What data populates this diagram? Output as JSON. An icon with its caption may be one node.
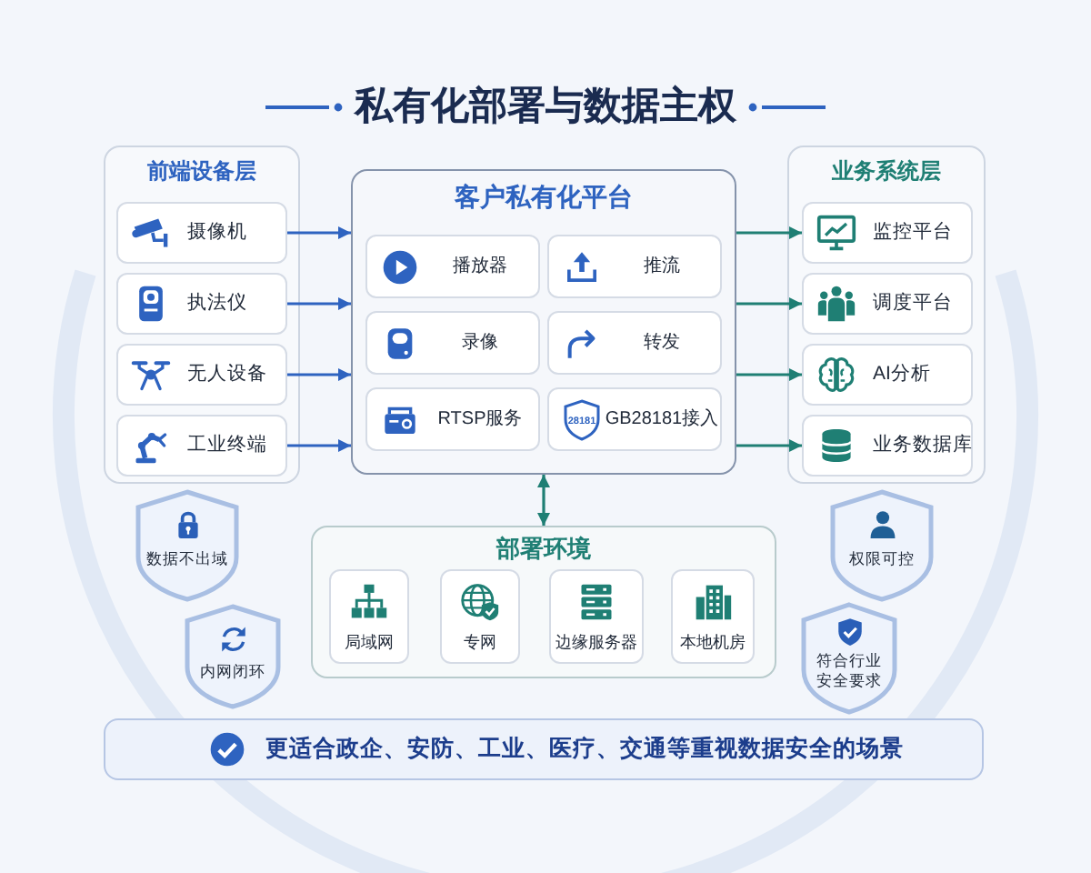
{
  "diagram": {
    "title": "私有化部署与数据主权",
    "nodes": [
      {
        "text": [
          "前端设备层"
        ]
      },
      {
        "text": [
          "摄像机"
        ],
        "in": 0
      },
      {
        "text": [
          "执法仪"
        ],
        "in": 0
      },
      {
        "text": [
          "无人设备"
        ],
        "in": 0
      },
      {
        "text": [
          "工业终端"
        ],
        "in": 0
      },
      {
        "text": [
          "客户私有化平台"
        ]
      },
      {
        "text": [
          "播放器"
        ],
        "in": 5
      },
      {
        "text": [
          "推流"
        ],
        "in": 5
      },
      {
        "text": [
          "录像"
        ],
        "in": 5
      },
      {
        "text": [
          "转发"
        ],
        "in": 5
      },
      {
        "text": [
          "RTSP服务"
        ],
        "in": 5
      },
      {
        "text": [
          "GB28181接入"
        ],
        "in": 5
      },
      {
        "text": [
          "业务系统层"
        ]
      },
      {
        "text": [
          "监控平台"
        ],
        "in": 12
      },
      {
        "text": [
          "调度平台"
        ],
        "in": 12
      },
      {
        "text": [
          "AI分析"
        ],
        "in": 12
      },
      {
        "text": [
          "业务数据库"
        ],
        "in": 12
      },
      {
        "text": [
          "部署环境"
        ]
      },
      {
        "text": [
          "局域网"
        ],
        "in": 17
      },
      {
        "text": [
          "专网"
        ],
        "in": 17
      },
      {
        "text": [
          "边缘服务器"
        ],
        "in": 17
      },
      {
        "text": [
          "本地机房"
        ],
        "in": 17
      },
      {
        "text": [
          "数据不出域"
        ]
      },
      {
        "text": [
          "内网闭环"
        ]
      },
      {
        "text": [
          "权限可控"
        ]
      },
      {
        "text": [
          "符合行业安全要求"
        ]
      },
      {
        "text": [
          "更适合政企、安防、工业、医疗、交通等重视数据安全的场景"
        ]
      }
    ],
    "edges": [
      {
        "from": 1,
        "to": 5,
        "arrow": "to",
        "color": "#2e63c0"
      },
      {
        "from": 2,
        "to": 5,
        "arrow": "to",
        "color": "#2e63c0"
      },
      {
        "from": 3,
        "to": 5,
        "arrow": "to",
        "color": "#2e63c0"
      },
      {
        "from": 4,
        "to": 5,
        "arrow": "to",
        "color": "#2e63c0"
      },
      {
        "from": 5,
        "to": 13,
        "arrow": "to"
      },
      {
        "from": 5,
        "to": 14,
        "arrow": "to"
      },
      {
        "from": 5,
        "to": 15,
        "arrow": "to"
      },
      {
        "from": 5,
        "to": 16,
        "arrow": "to"
      },
      {
        "from": 5,
        "to": 17,
        "arrow": "both"
      }
    ],
    "labels": [
      "28181"
    ]
  }
}
